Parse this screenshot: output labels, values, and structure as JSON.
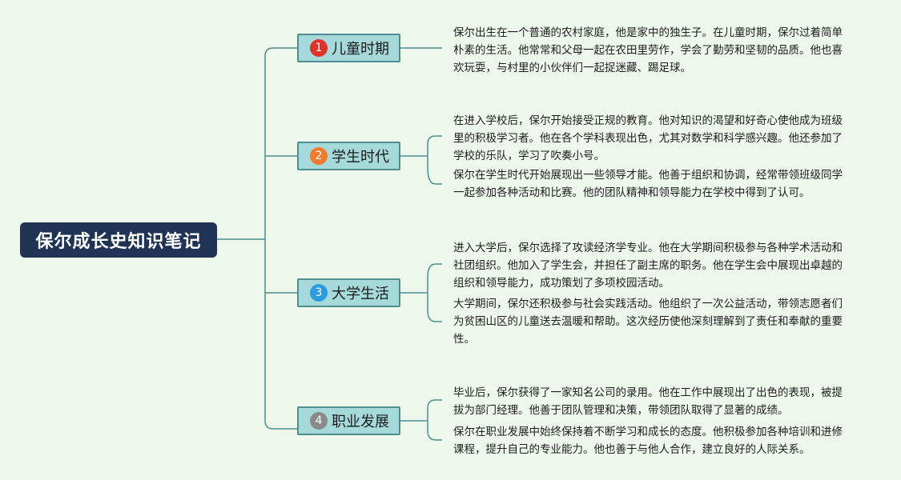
{
  "root": {
    "label": "保尔成长史知识笔记"
  },
  "branches": [
    {
      "number": "1",
      "label": "儿童时期",
      "badge_color": "#e0312a",
      "notes": [
        "保尔出生在一个普通的农村家庭，他是家中的独生子。在儿童时期，保尔过着简单朴素的生活。他常常和父母一起在农田里劳作，学会了勤劳和坚韧的品质。他也喜欢玩耍，与村里的小伙伴们一起捉迷藏、踢足球。"
      ]
    },
    {
      "number": "2",
      "label": "学生时代",
      "badge_color": "#f07b2f",
      "notes": [
        "在进入学校后，保尔开始接受正规的教育。他对知识的渴望和好奇心使他成为班级里的积极学习者。他在各个学科表现出色，尤其对数学和科学感兴趣。他还参加了学校的乐队，学习了吹奏小号。",
        "保尔在学生时代开始展现出一些领导才能。他善于组织和协调，经常带领班级同学一起参加各种活动和比赛。他的团队精神和领导能力在学校中得到了认可。"
      ]
    },
    {
      "number": "3",
      "label": "大学生活",
      "badge_color": "#2c9be0",
      "notes": [
        "进入大学后，保尔选择了攻读经济学专业。他在大学期间积极参与各种学术活动和社团组织。他加入了学生会，并担任了副主席的职务。他在学生会中展现出卓越的组织和领导能力，成功策划了多项校园活动。",
        "大学期间，保尔还积极参与社会实践活动。他组织了一次公益活动，带领志愿者们为贫困山区的儿童送去温暖和帮助。这次经历使他深刻理解到了责任和奉献的重要性。"
      ]
    },
    {
      "number": "4",
      "label": "职业发展",
      "badge_color": "#8a8a8a",
      "notes": [
        "毕业后，保尔获得了一家知名公司的录用。他在工作中展现出了出色的表现，被提拔为部门经理。他善于团队管理和决策，带领团队取得了显著的成绩。",
        "保尔在职业发展中始终保持着不断学习和成长的态度。他积极参加各种培训和进修课程，提升自己的专业能力。他也善于与他人合作，建立良好的人际关系。"
      ]
    }
  ],
  "colors": {
    "line": "#4f8e8e",
    "background": "#eef7ec",
    "root_fill": "#1f3454",
    "branch_fill": "#a6dada"
  }
}
